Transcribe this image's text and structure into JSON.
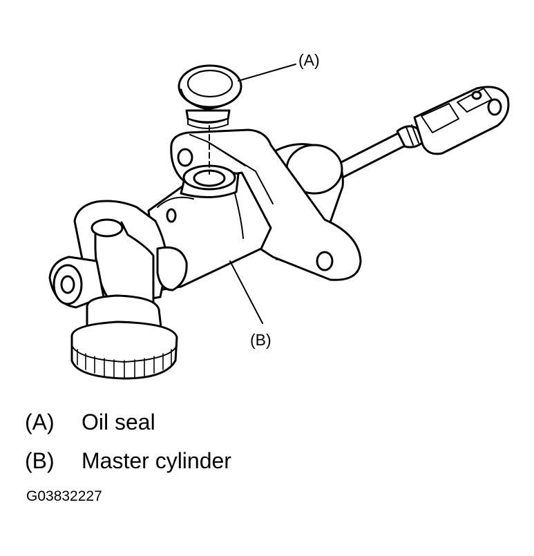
{
  "callouts": {
    "a": "(A)",
    "b": "(B)"
  },
  "legend": [
    {
      "key": "(A)",
      "text": "Oil seal"
    },
    {
      "key": "(B)",
      "text": "Master cylinder"
    }
  ],
  "figure_code": "G03832227"
}
